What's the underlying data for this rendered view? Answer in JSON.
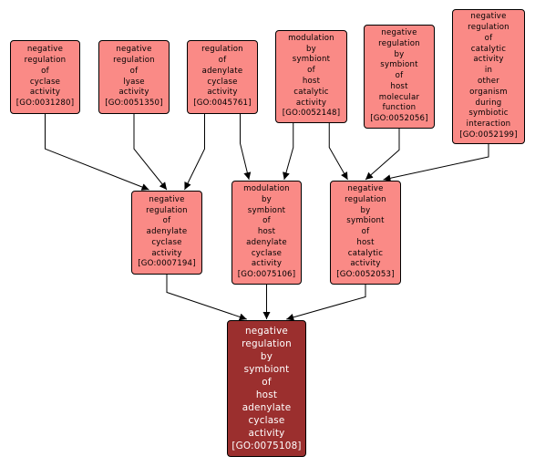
{
  "colors": {
    "node_fill": "#fa8a86",
    "target_fill": "#9b2f2e",
    "target_text": "#ffffff",
    "edge": "#000000"
  },
  "nodes": {
    "go0031280": {
      "label": "negative\nregulation\nof\ncyclase\nactivity\n[GO:0031280]"
    },
    "go0051350": {
      "label": "negative\nregulation\nof\nlyase\nactivity\n[GO:0051350]"
    },
    "go0045761": {
      "label": "regulation\nof\nadenylate\ncyclase\nactivity\n[GO:0045761]"
    },
    "go0052148": {
      "label": "modulation\nby\nsymbiont\nof\nhost\ncatalytic\nactivity\n[GO:0052148]"
    },
    "go0052056": {
      "label": "negative\nregulation\nby\nsymbiont\nof\nhost\nmolecular\nfunction\n[GO:0052056]"
    },
    "go0052199": {
      "label": "negative\nregulation\nof\ncatalytic\nactivity\nin\nother\norganism\nduring\nsymbiotic\ninteraction\n[GO:0052199]"
    },
    "go0007194": {
      "label": "negative\nregulation\nof\nadenylate\ncyclase\nactivity\n[GO:0007194]"
    },
    "go0075106": {
      "label": "modulation\nby\nsymbiont\nof\nhost\nadenylate\ncyclase\nactivity\n[GO:0075106]"
    },
    "go0052053": {
      "label": "negative\nregulation\nby\nsymbiont\nof\nhost\ncatalytic\nactivity\n[GO:0052053]"
    },
    "go0075108": {
      "label": "negative\nregulation\nby\nsymbiont\nof\nhost\nadenylate\ncyclase\nactivity\n[GO:0075108]"
    }
  },
  "edges": [
    {
      "from": "go0031280",
      "to": "go0007194"
    },
    {
      "from": "go0051350",
      "to": "go0007194"
    },
    {
      "from": "go0045761",
      "to": "go0007194"
    },
    {
      "from": "go0045761",
      "to": "go0075106"
    },
    {
      "from": "go0052148",
      "to": "go0075106"
    },
    {
      "from": "go0052148",
      "to": "go0052053"
    },
    {
      "from": "go0052056",
      "to": "go0052053"
    },
    {
      "from": "go0052199",
      "to": "go0052053"
    },
    {
      "from": "go0007194",
      "to": "go0075108"
    },
    {
      "from": "go0075106",
      "to": "go0075108"
    },
    {
      "from": "go0052053",
      "to": "go0075108"
    }
  ]
}
